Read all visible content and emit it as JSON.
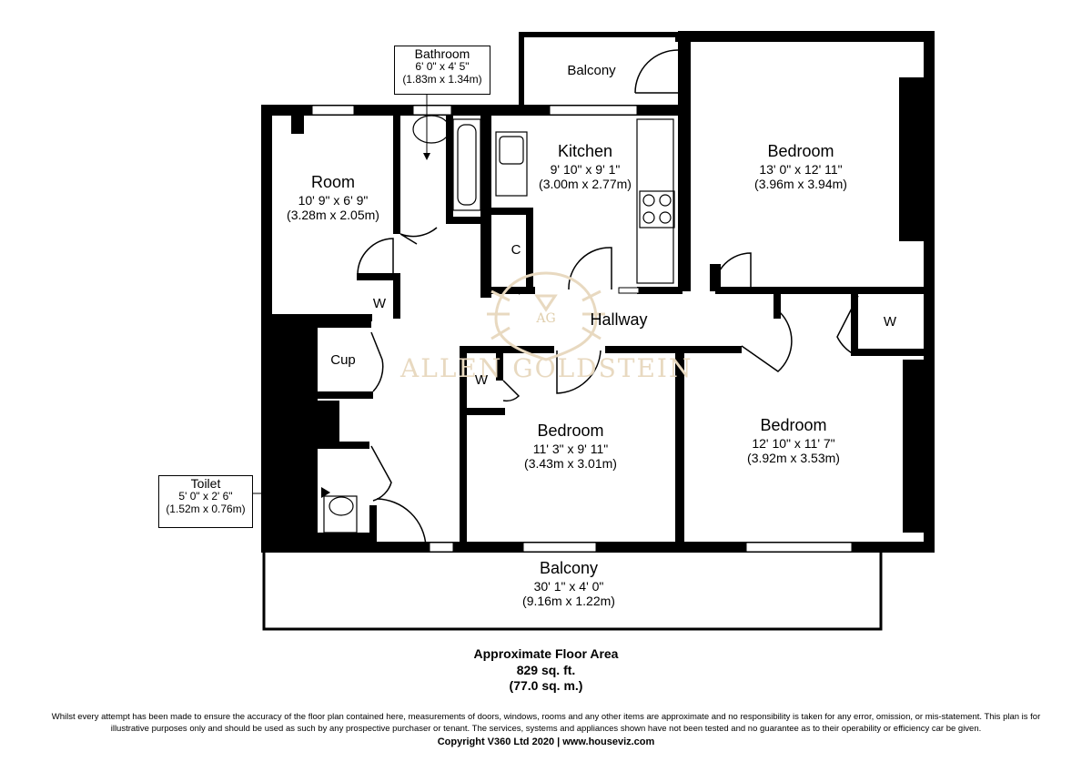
{
  "rooms": {
    "room": {
      "name": "Room",
      "dim_imperial": "10' 9\" x 6' 9\"",
      "dim_metric": "(3.28m x 2.05m)"
    },
    "kitchen": {
      "name": "Kitchen",
      "dim_imperial": "9' 10\" x 9' 1\"",
      "dim_metric": "(3.00m x 2.77m)"
    },
    "bedroom_top": {
      "name": "Bedroom",
      "dim_imperial": "13' 0\" x 12' 11\"",
      "dim_metric": "(3.96m x 3.94m)"
    },
    "bedroom_mid": {
      "name": "Bedroom",
      "dim_imperial": "11' 3\" x 9' 11\"",
      "dim_metric": "(3.43m x 3.01m)"
    },
    "bedroom_right": {
      "name": "Bedroom",
      "dim_imperial": "12' 10\" x 11' 7\"",
      "dim_metric": "(3.92m x 3.53m)"
    },
    "balcony_bottom": {
      "name": "Balcony",
      "dim_imperial": "30' 1\" x 4' 0\"",
      "dim_metric": "(9.16m x 1.22m)"
    },
    "balcony_top": {
      "name": "Balcony"
    },
    "hallway": {
      "name": "Hallway"
    },
    "cupboard": {
      "name": "C"
    },
    "cup": {
      "name": "Cup"
    },
    "wardrobe_room": {
      "name": "W"
    },
    "wardrobe_mid": {
      "name": "W"
    },
    "wardrobe_right": {
      "name": "W"
    }
  },
  "callouts": {
    "bathroom": {
      "name": "Bathroom",
      "dim_imperial": "6' 0\" x 4' 5\"",
      "dim_metric": "(1.83m x 1.34m)"
    },
    "toilet": {
      "name": "Toilet",
      "dim_imperial": "5' 0\" x 2' 6\"",
      "dim_metric": "(1.52m x 0.76m)"
    }
  },
  "watermark": {
    "monogram": "AG",
    "text": "ALLEN GOLDSTEIN"
  },
  "footer": {
    "area_title": "Approximate Floor Area",
    "area_sqft": "829 sq. ft.",
    "area_sqm": "(77.0 sq. m.)",
    "disclaimer_line1": "Whilst every attempt has been made to ensure the accuracy of the floor plan contained here, measurements of doors, windows, rooms and any other items are approximate and no responsibility is taken for any error, omission, or mis-statement. This plan is for",
    "disclaimer_line2": "illustrative purposes only and should be used as such by any prospective purchaser or tenant. The services, systems and appliances shown have not been tested and no guarantee as to their operability or efficiency car be given.",
    "copyright": "Copyright V360 Ltd 2020 | www.houseviz.com"
  },
  "colors": {
    "wall": "#000000",
    "background": "#ffffff",
    "watermark": "#e8d9c0"
  }
}
